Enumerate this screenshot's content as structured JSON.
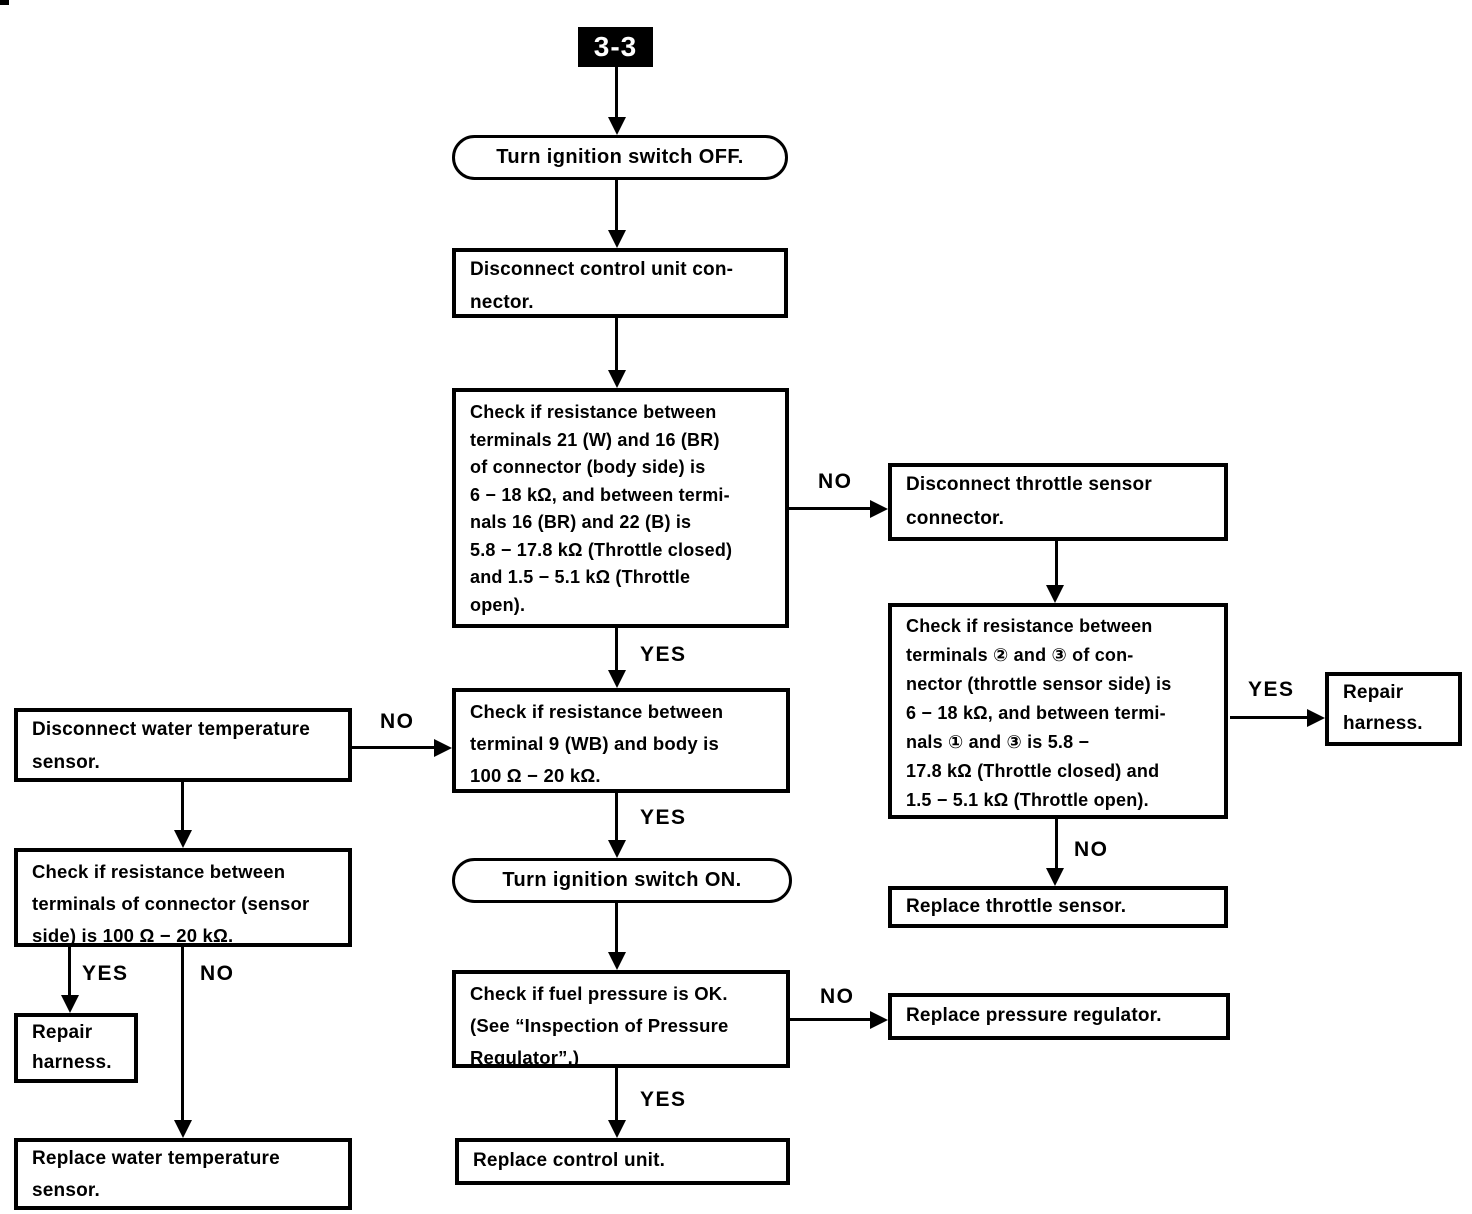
{
  "page_tag": "3-3",
  "nodes": {
    "turn_ignition_off": "Turn ignition switch OFF.",
    "disconnect_control_unit": "Disconnect control unit con-\nnector.",
    "check_body_side_resistance": "Check if resistance between\nterminals 21 (W) and 16 (BR)\nof connector (body side) is\n6 − 18 kΩ, and between termi-\nnals 16 (BR) and 22 (B) is\n5.8 − 17.8 kΩ (Throttle closed)\nand 1.5 − 5.1 kΩ (Throttle\nopen).",
    "disconnect_throttle_sensor": "Disconnect throttle sensor\nconnector.",
    "check_throttle_sensor_resistance": "Check if resistance between\nterminals ② and ③ of con-\nnector (throttle sensor side) is\n6 − 18 kΩ, and between termi-\nnals ① and ③ is 5.8 −\n17.8 kΩ (Throttle closed) and\n1.5 − 5.1 kΩ (Throttle open).",
    "repair_harness_right": "Repair\nharness.",
    "replace_throttle_sensor": "Replace throttle sensor.",
    "check_terminal_9": "Check if resistance between\nterminal 9 (WB) and body is\n100 Ω − 20 kΩ.",
    "turn_ignition_on": "Turn ignition switch ON.",
    "check_fuel_pressure": "Check if fuel pressure is OK.\n(See “Inspection of Pressure\nRegulator”.)",
    "replace_pressure_regulator": "Replace pressure regulator.",
    "replace_control_unit": "Replace control unit.",
    "disconnect_water_temp_sensor": "Disconnect water temperature\nsensor.",
    "check_sensor_side_resistance": "Check if resistance between\nterminals of connector (sensor\nside) is 100 Ω − 20 kΩ.",
    "repair_harness_left": "Repair\nharness.",
    "replace_water_temp_sensor": "Replace water temperature\nsensor."
  },
  "edges": [
    {
      "from": "page_tag",
      "to": "turn_ignition_off",
      "label": ""
    },
    {
      "from": "turn_ignition_off",
      "to": "disconnect_control_unit",
      "label": ""
    },
    {
      "from": "disconnect_control_unit",
      "to": "check_body_side_resistance",
      "label": ""
    },
    {
      "from": "check_body_side_resistance",
      "to": "disconnect_throttle_sensor",
      "label": "NO"
    },
    {
      "from": "disconnect_throttle_sensor",
      "to": "check_throttle_sensor_resistance",
      "label": ""
    },
    {
      "from": "check_throttle_sensor_resistance",
      "to": "repair_harness_right",
      "label": "YES"
    },
    {
      "from": "check_throttle_sensor_resistance",
      "to": "replace_throttle_sensor",
      "label": "NO"
    },
    {
      "from": "check_body_side_resistance",
      "to": "check_terminal_9",
      "label": "YES"
    },
    {
      "from": "disconnect_water_temp_sensor",
      "to": "check_terminal_9",
      "label": "NO"
    },
    {
      "from": "disconnect_water_temp_sensor",
      "to": "check_sensor_side_resistance",
      "label": ""
    },
    {
      "from": "check_sensor_side_resistance",
      "to": "repair_harness_left",
      "label": "YES"
    },
    {
      "from": "check_sensor_side_resistance",
      "to": "replace_water_temp_sensor",
      "label": "NO"
    },
    {
      "from": "check_terminal_9",
      "to": "turn_ignition_on",
      "label": "YES"
    },
    {
      "from": "turn_ignition_on",
      "to": "check_fuel_pressure",
      "label": ""
    },
    {
      "from": "check_fuel_pressure",
      "to": "replace_pressure_regulator",
      "label": "NO"
    },
    {
      "from": "check_fuel_pressure",
      "to": "replace_control_unit",
      "label": "YES"
    }
  ]
}
